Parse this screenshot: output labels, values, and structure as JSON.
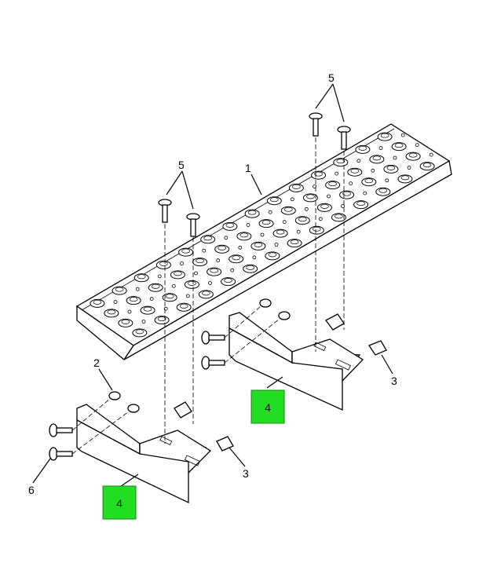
{
  "callouts": {
    "c1": "1",
    "c2": "2",
    "c3a": "3",
    "c3b": "3",
    "c4a": "4",
    "c4b": "4",
    "c5a": "5",
    "c5b": "5",
    "c6": "6"
  },
  "colors": {
    "highlight": "#22dd22",
    "line": "#000000",
    "background": "#ffffff"
  }
}
